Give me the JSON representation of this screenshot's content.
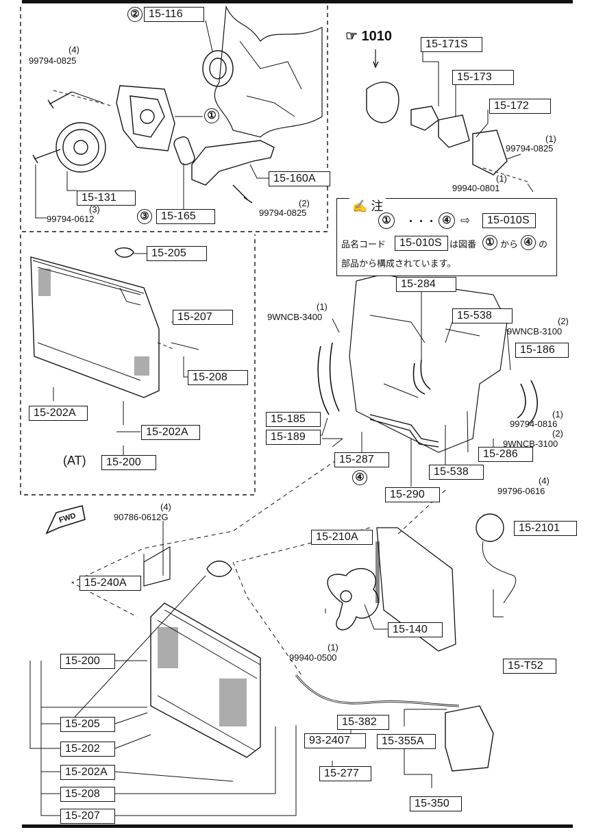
{
  "diagram": {
    "ref_label": "1010",
    "at_label": "(AT)",
    "fwd_label": "FWD",
    "circled": [
      "①",
      "②",
      "③",
      "④"
    ],
    "note": {
      "title": "注",
      "line1_code": "15-010S",
      "arrow": "⇨",
      "dots": "・・・",
      "line2_prefix": "品名コード",
      "line2_mid": "は図番",
      "line2_mid2": "から",
      "line2_suffix": "の",
      "line3": "部品から構成されています。"
    },
    "parts": {
      "p15_116": "15-116",
      "p15_131": "15-131",
      "p15_165": "15-165",
      "p15_160A": "15-160A",
      "p15_171S": "15-171S",
      "p15_173": "15-173",
      "p15_172": "15-172",
      "p15_205a": "15-205",
      "p15_207a": "15-207",
      "p15_208a": "15-208",
      "p15_202A_a": "15-202A",
      "p15_202A_b": "15-202A",
      "p15_200a": "15-200",
      "p15_284": "15-284",
      "p15_538a": "15-538",
      "p15_186": "15-186",
      "p15_185": "15-185",
      "p15_189": "15-189",
      "p15_287": "15-287",
      "p15_286": "15-286",
      "p15_538b": "15-538",
      "p15_290": "15-290",
      "p15_2101": "15-2101",
      "p15_210A": "15-210A",
      "p15_240A": "15-240A",
      "p15_140": "15-140",
      "p15_T52": "15-T52",
      "p15_200b": "15-200",
      "p15_205b": "15-205",
      "p15_202": "15-202",
      "p15_202A_c": "15-202A",
      "p15_208b": "15-208",
      "p15_207b": "15-207",
      "p15_382": "15-382",
      "p93_2407": "93-2407",
      "p15_277": "15-277",
      "p15_355A": "15-355A",
      "p15_350": "15-350"
    },
    "fasteners": {
      "f1_qty": "(4)",
      "f1_code": "99794-0825",
      "f2_qty": "(3)",
      "f2_code": "99794-0612",
      "f3_qty": "(2)",
      "f3_code": "99794-0825",
      "f4_qty": "(1)",
      "f4_code": "99794-0825",
      "f5_qty": "(1)",
      "f5_code": "99940-0801",
      "f6_qty": "(1)",
      "f6_code": "9WNCB-3400",
      "f7_qty": "(2)",
      "f7_code": "9WNCB-3100",
      "f8_qty": "(1)",
      "f8_code": "99794-0816",
      "f9_qty": "(2)",
      "f9_code": "9WNCB-3100",
      "f10_qty": "(4)",
      "f10_code": "99796-0616",
      "f11_qty": "(4)",
      "f11_code": "90786-0612G",
      "f12_qty": "(1)",
      "f12_code": "99940-0500"
    }
  }
}
